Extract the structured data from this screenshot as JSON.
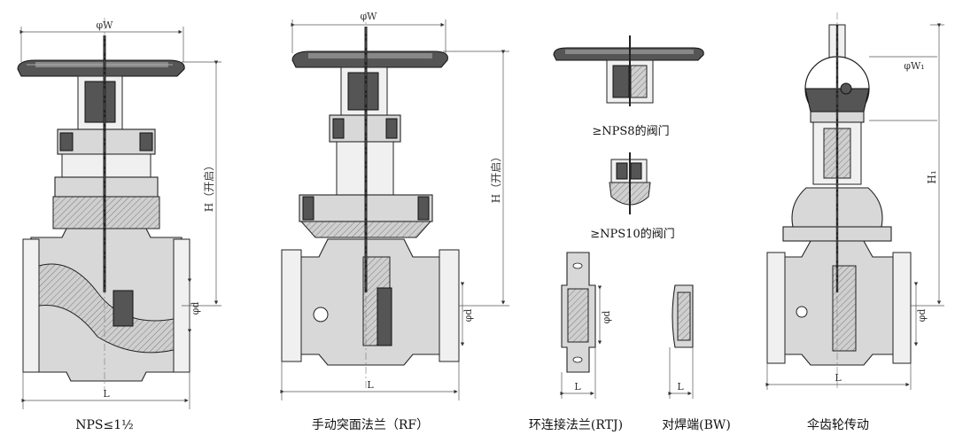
{
  "figures": [
    {
      "id": "fig1",
      "caption": "NPS≤1½",
      "dim_w": "φW",
      "dim_h": "H（开启）",
      "dim_d": "φd",
      "dim_l": "L"
    },
    {
      "id": "fig2",
      "caption": "手动突面法兰（RF）",
      "dim_w": "φW",
      "dim_h": "H（开启）",
      "dim_d": "φd",
      "dim_l": "L"
    },
    {
      "id": "fig3",
      "caption": "环连接法兰(RTJ)",
      "note_top": "≥NPS8的阀门",
      "note_mid": "≥NPS10的阀门",
      "dim_d": "φd",
      "dim_l": "L"
    },
    {
      "id": "fig4",
      "caption": "对焊端(BW)",
      "dim_l": "L"
    },
    {
      "id": "fig5",
      "caption": "伞齿轮传动",
      "dim_w": "φW₁",
      "dim_h": "H₁",
      "dim_d": "φd",
      "dim_l": "L"
    }
  ],
  "colors": {
    "line": "#222222",
    "fill": "#d8d8d8",
    "dark": "#555555"
  }
}
